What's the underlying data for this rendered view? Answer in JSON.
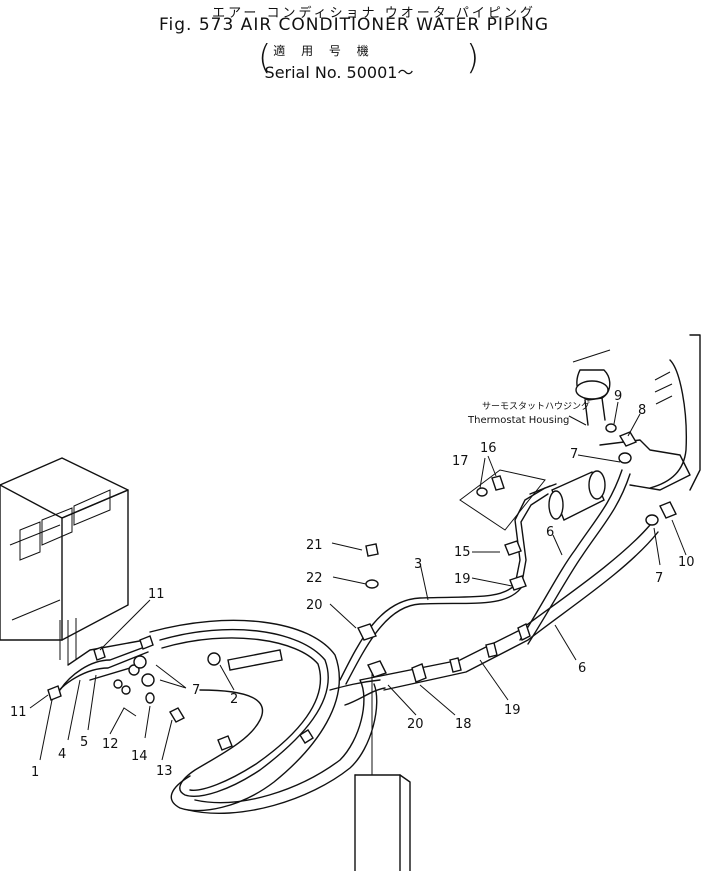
{
  "title": {
    "japanese": "エアー コンディショナ ウオータ パイピング",
    "english": "Fig. 573 AIR CONDITIONER WATER PIPING",
    "applicable_models": "適 用 号 機",
    "serial": "Serial No. 50001～"
  },
  "labels": {
    "thermostat_jp": "サーモスタットハウジング",
    "thermostat_en": "Thermostat Housing"
  },
  "callouts": [
    "1",
    "2",
    "3",
    "4",
    "5",
    "6",
    "6",
    "7",
    "7",
    "7",
    "8",
    "9",
    "10",
    "11",
    "11",
    "12",
    "13",
    "14",
    "15",
    "16",
    "17",
    "18",
    "19",
    "19",
    "20",
    "20",
    "21",
    "22"
  ]
}
